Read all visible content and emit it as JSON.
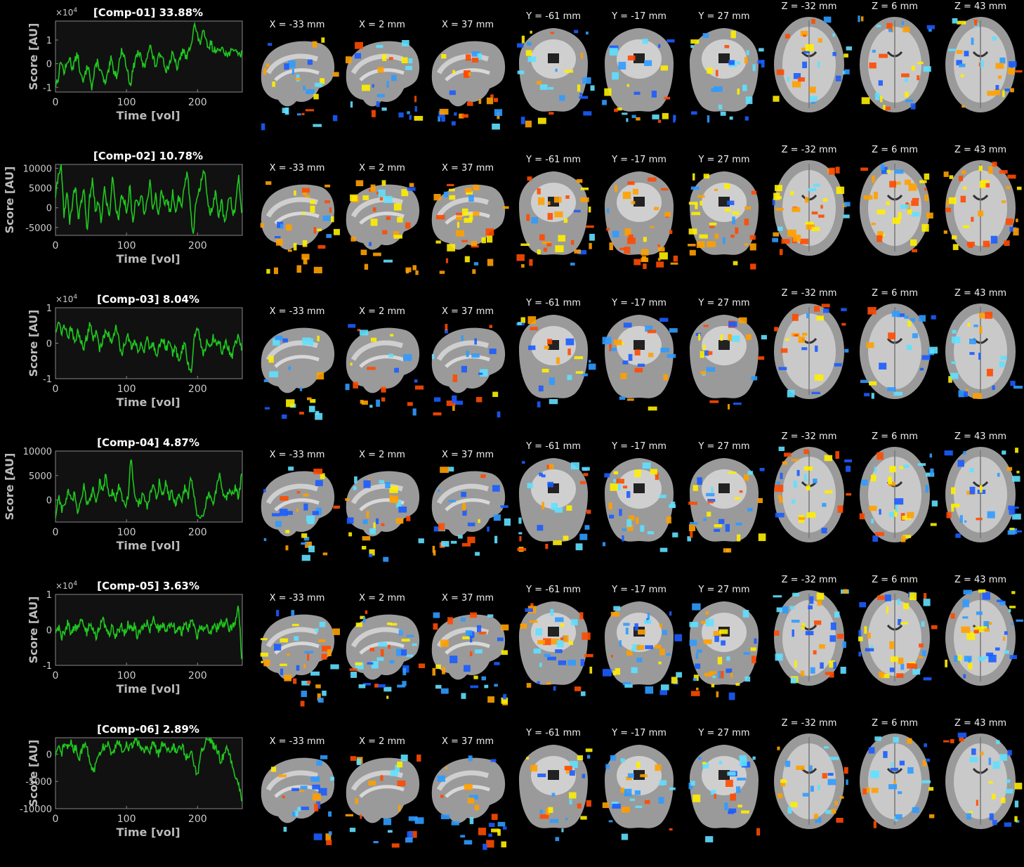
{
  "slice_labels": {
    "sagittal": [
      "X = -33 mm",
      "X = 2 mm",
      "X = 37 mm"
    ],
    "coronal": [
      "Y = -61 mm",
      "Y = -17 mm",
      "Y = 27 mm"
    ],
    "axial": [
      "Z = -32 mm",
      "Z = 6 mm",
      "Z = 43 mm"
    ]
  },
  "axis_common": {
    "xlabel": "Time [vol]",
    "ylabel": "Score [AU]",
    "xticks": [
      "0",
      "100",
      "200"
    ],
    "xlim": [
      0,
      263
    ],
    "line_color": "#1ec81e",
    "axes_bg": "#111111",
    "axes_edge": "#888888",
    "positive_colors": [
      "#ff4a00",
      "#ffa000",
      "#ffee00"
    ],
    "negative_colors": [
      "#1a5cff",
      "#2f9bff",
      "#5fe0ff"
    ]
  },
  "chart_data": [
    {
      "type": "line",
      "title": "[Comp-01] 33.88%",
      "exponent_label": "×10",
      "exponent_sup": "4",
      "yticks": [
        "-1",
        "0",
        "1"
      ],
      "ylim": [
        -1.2,
        1.8
      ],
      "series": [
        {
          "values": [
            -0.9,
            -0.6,
            0.2,
            -0.4,
            -0.1,
            0.3,
            -0.2,
            0.1,
            0.4,
            -0.5,
            -0.8,
            -0.3,
            0.0,
            -1.1,
            -0.4,
            0.1,
            -0.2,
            -0.6,
            -0.9,
            -0.4,
            0.2,
            -0.3,
            -0.5,
            0.1,
            0.6,
            0.2,
            -0.4,
            -0.9,
            -0.2,
            0.3,
            0.5,
            0.1,
            -0.2,
            0.4,
            0.8,
            0.3,
            -0.1,
            0.2,
            0.5,
            0.1,
            -0.3,
            0.0,
            0.4,
            0.1,
            -0.2,
            0.3,
            0.6,
            0.2,
            0.5,
            1.0,
            1.7,
            1.2,
            0.8,
            1.4,
            1.0,
            0.6,
            0.9,
            0.5,
            0.7,
            0.4,
            0.8,
            0.5,
            0.3,
            0.6,
            0.4,
            0.7,
            0.3,
            0.5
          ]
        }
      ],
      "x_count": 263
    },
    {
      "type": "line",
      "title": "[Comp-02] 10.78%",
      "exponent_label": "",
      "exponent_sup": "",
      "yticks": [
        "10000",
        "5000",
        "0",
        "-5000"
      ],
      "ylim": [
        -7000,
        11000
      ],
      "series": [
        {
          "values": [
            3000,
            8000,
            10800,
            -2000,
            4000,
            -4000,
            2000,
            6000,
            -3000,
            1000,
            5000,
            -6000,
            3000,
            7000,
            -1000,
            2000,
            -4000,
            5000,
            1000,
            -2000,
            9000,
            0,
            -3000,
            4000,
            2000,
            -1000,
            6000,
            -5000,
            3000,
            1000,
            4000,
            -2000,
            2000,
            7000,
            -1000,
            3000,
            -3000,
            5000,
            1000,
            2000,
            -1000,
            4000,
            -2000,
            3000,
            0,
            6000,
            9000,
            2000,
            -7500,
            1000,
            4000,
            7000,
            9500,
            3000,
            -2000,
            1000,
            4000,
            -3000,
            2000,
            -4000,
            0,
            3000,
            -2000,
            1000,
            8000,
            -1000
          ]
        }
      ],
      "x_count": 263
    },
    {
      "type": "line",
      "title": "[Comp-03] 8.04%",
      "exponent_label": "×10",
      "exponent_sup": "4",
      "yticks": [
        "-1",
        "0",
        "1"
      ],
      "ylim": [
        -1.0,
        1.0
      ],
      "series": [
        {
          "values": [
            0.4,
            0.6,
            0.3,
            0.5,
            0.2,
            0.4,
            0.0,
            0.3,
            0.1,
            -0.1,
            0.2,
            0.6,
            0.1,
            0.3,
            -0.2,
            0.1,
            0.4,
            0.2,
            0.0,
            0.5,
            0.1,
            -0.3,
            0.0,
            0.2,
            -0.1,
            0.1,
            -0.2,
            0.0,
            -0.3,
            0.1,
            -0.2,
            0.0,
            -0.4,
            -0.1,
            0.2,
            -0.2,
            0.0,
            -0.3,
            -0.1,
            -0.5,
            -0.2,
            0.0,
            -0.6,
            -0.9,
            0.2,
            0.5,
            0.0,
            -0.3,
            0.1,
            -0.2,
            0.2,
            -0.1,
            0.0,
            -0.3,
            0.1,
            -0.2,
            -0.4,
            0.0,
            0.2,
            -0.1
          ]
        }
      ],
      "x_count": 263
    },
    {
      "type": "line",
      "title": "[Comp-04] 4.87%",
      "exponent_label": "",
      "exponent_sup": "",
      "yticks": [
        "10000",
        "5000",
        "0"
      ],
      "ylim": [
        -4500,
        10000
      ],
      "series": [
        {
          "values": [
            -3500,
            1000,
            -2000,
            -1000,
            2000,
            -500,
            1000,
            -2500,
            0,
            3000,
            -1500,
            500,
            2000,
            -1000,
            4000,
            1000,
            6000,
            0,
            2000,
            -500,
            3000,
            1000,
            -1500,
            500,
            9800,
            1000,
            -1000,
            0,
            2000,
            -2000,
            1000,
            3000,
            0,
            4000,
            1000,
            3500,
            500,
            2000,
            -1000,
            1500,
            0,
            2500,
            500,
            5000,
            1000,
            -3500,
            -4000,
            -2500,
            0,
            1500,
            -1000,
            2000,
            5500,
            1000,
            0,
            2000,
            1000,
            3000,
            500,
            5000
          ]
        }
      ],
      "x_count": 263
    },
    {
      "type": "line",
      "title": "[Comp-05] 3.63%",
      "exponent_label": "×10",
      "exponent_sup": "4",
      "yticks": [
        "-1",
        "0",
        "1"
      ],
      "ylim": [
        -1.0,
        1.0
      ],
      "series": [
        {
          "values": [
            -0.1,
            0.1,
            -0.2,
            0.0,
            0.2,
            -0.1,
            0.1,
            0.0,
            0.3,
            0.1,
            -0.1,
            0.2,
            0.0,
            -0.2,
            0.1,
            0.3,
            0.0,
            -0.1,
            0.1,
            -0.2,
            0.0,
            0.1,
            -0.1,
            0.2,
            0.0,
            0.1,
            -0.2,
            0.0,
            0.1,
            0.2,
            0.0,
            0.4,
            0.1,
            0.0,
            0.2,
            -0.1,
            0.1,
            0.2,
            0.0,
            0.1,
            -0.1,
            0.2,
            0.0,
            0.3,
            0.1,
            -0.2,
            0.1,
            0.0,
            0.2,
            -0.1,
            0.1,
            0.0,
            0.2,
            0.1,
            0.3,
            0.0,
            0.1,
            0.2,
            0.8,
            -0.8
          ]
        }
      ],
      "x_count": 263
    },
    {
      "type": "line",
      "title": "[Comp-06] 2.89%",
      "exponent_label": "",
      "exponent_sup": "",
      "yticks": [
        "0",
        "-5000",
        "-10000"
      ],
      "ylim": [
        -10000,
        3000
      ],
      "series": [
        {
          "values": [
            -500,
            1000,
            0,
            2000,
            1000,
            2500,
            500,
            1500,
            -1000,
            1000,
            2000,
            500,
            -2000,
            -3500,
            -1000,
            0,
            1500,
            1000,
            2000,
            0,
            1000,
            2500,
            1500,
            500,
            2000,
            1000,
            1500,
            3000,
            2000,
            1000,
            0,
            1500,
            500,
            2000,
            1000,
            0,
            1500,
            2000,
            1000,
            500,
            1500,
            0,
            1000,
            2000,
            -1000,
            0,
            500,
            -2000,
            -4500,
            0,
            1000,
            2500,
            3000,
            2000,
            1000,
            500,
            -1500,
            0,
            1000,
            -500,
            -2000,
            -4000,
            -6000,
            -8000
          ]
        }
      ],
      "x_count": 263
    }
  ]
}
